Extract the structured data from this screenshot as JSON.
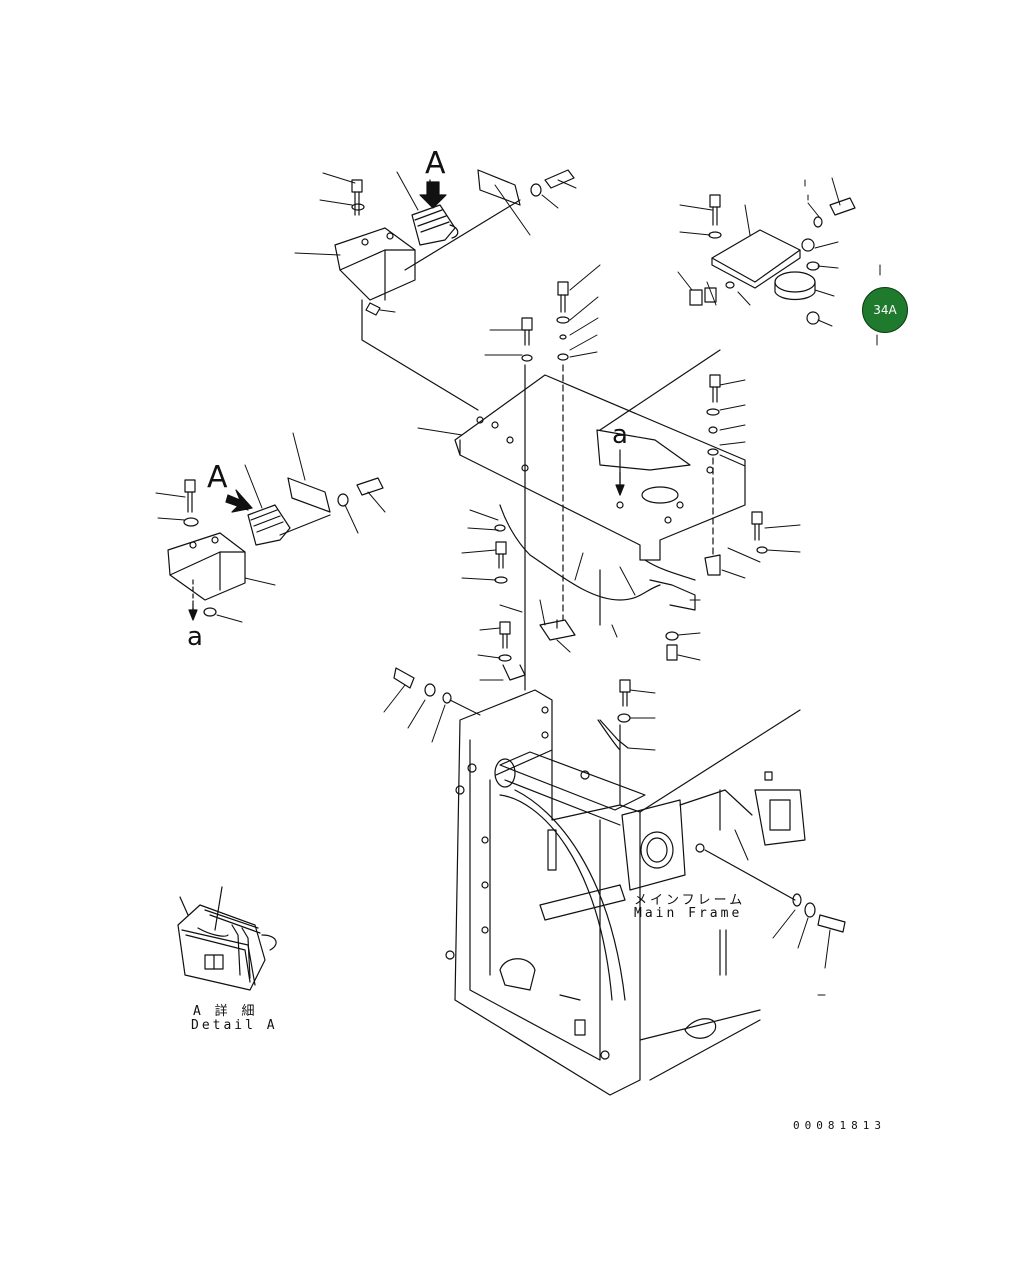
{
  "labels": {
    "view_marker_a": "A",
    "ref_marker_a": "a",
    "main_frame_jp": "メインフレーム",
    "main_frame_en": "Main Frame",
    "detail_jp": "A 詳 細",
    "detail_en": "Detail A",
    "drawing_number": "00081813"
  },
  "badge": {
    "text": "34A",
    "color": "#1f7a2e"
  }
}
